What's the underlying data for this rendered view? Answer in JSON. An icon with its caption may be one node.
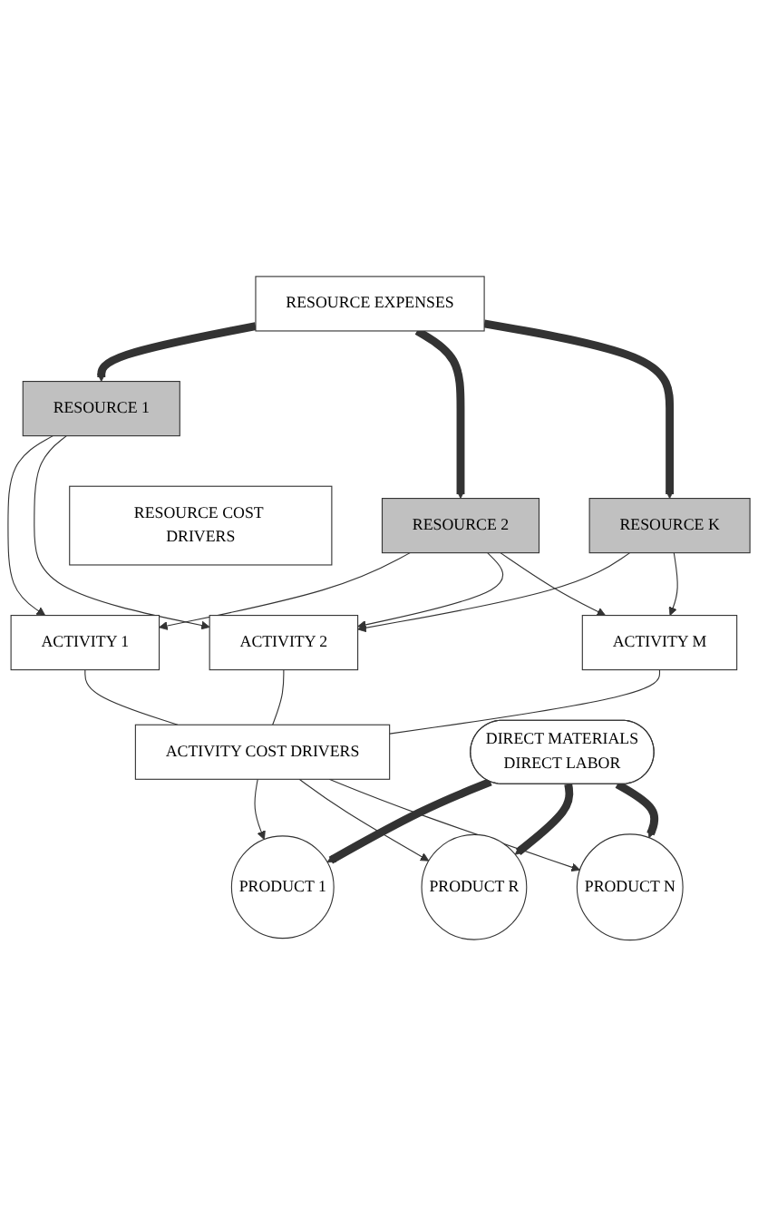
{
  "diagram": {
    "nodes": [
      {
        "text": [
          "RESOURCE  EXPENSES"
        ]
      },
      {
        "text": [
          "RESOURCE 1"
        ]
      },
      {
        "text": [
          "RESOURCE 2"
        ]
      },
      {
        "text": [
          "RESOURCE K"
        ]
      },
      {
        "text": [
          "RESOURCE COST DRIVERS"
        ]
      },
      {
        "text": [
          "ACTIVITY 1"
        ]
      },
      {
        "text": [
          "ACTIVITY 2"
        ]
      },
      {
        "text": [
          "ACTIVITY M"
        ]
      },
      {
        "text": [
          "ACTIVITY COST     DRIVERS"
        ]
      },
      {
        "text": [
          "PRODUCT 1"
        ]
      },
      {
        "text": [
          "PRODUCT R"
        ]
      },
      {
        "text": [
          "PRODUCT N"
        ]
      },
      {
        "text": [
          "DIRECT   MATERIALS",
          "DIRECT   LABOR"
        ]
      }
    ],
    "edges": [
      {
        "from": 0,
        "to": 1,
        "arrow": "to",
        "style": "thick"
      },
      {
        "from": 0,
        "to": 2,
        "arrow": "to",
        "style": "thick"
      },
      {
        "from": 0,
        "to": 3,
        "arrow": "to",
        "style": "thick"
      },
      {
        "from": 1,
        "to": 5,
        "arrow": "to"
      },
      {
        "from": 1,
        "to": 6,
        "arrow": "to"
      },
      {
        "from": 2,
        "to": 5,
        "arrow": "to"
      },
      {
        "from": 2,
        "to": 6,
        "arrow": "to"
      },
      {
        "from": 2,
        "to": 7,
        "arrow": "to"
      },
      {
        "from": 3,
        "to": 6,
        "arrow": "to"
      },
      {
        "from": 3,
        "to": 7,
        "arrow": "to"
      },
      {
        "from": 5,
        "to": 8,
        "arrow": "none"
      },
      {
        "from": 6,
        "to": 8,
        "arrow": "none"
      },
      {
        "from": 7,
        "to": 8,
        "arrow": "none"
      },
      {
        "from": 8,
        "to": 9,
        "arrow": "to"
      },
      {
        "from": 8,
        "to": 10,
        "arrow": "to"
      },
      {
        "from": 8,
        "to": 11,
        "arrow": "to"
      },
      {
        "from": 12,
        "to": 9,
        "arrow": "to",
        "style": "thick"
      },
      {
        "from": 12,
        "to": 10,
        "arrow": "to",
        "style": "thick"
      },
      {
        "from": 12,
        "to": 11,
        "arrow": "to",
        "style": "thick"
      }
    ]
  }
}
